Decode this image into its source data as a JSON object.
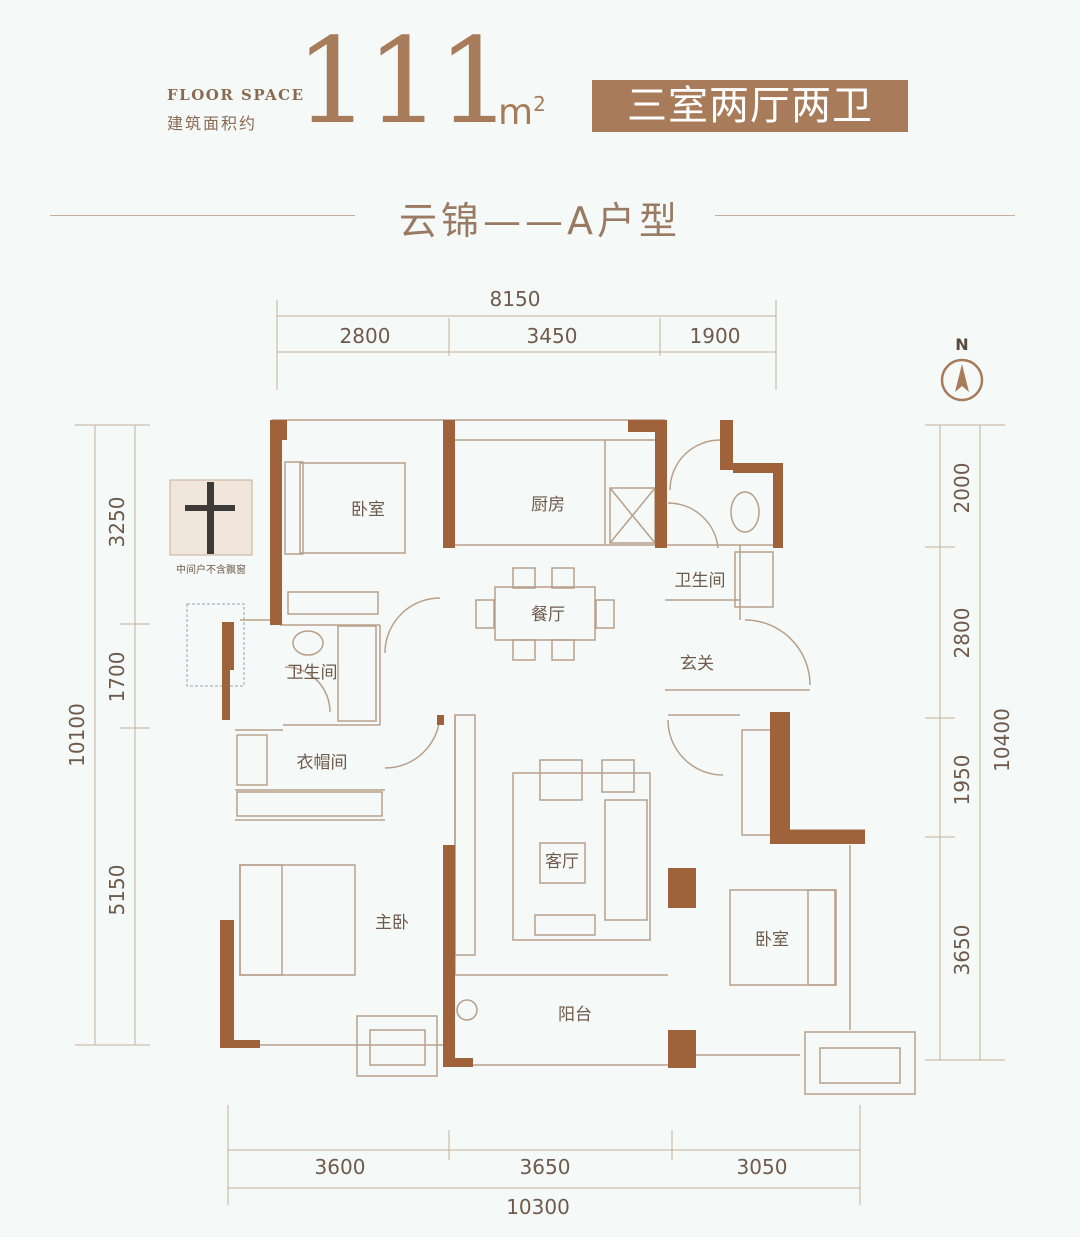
{
  "header": {
    "floor_space_en": "FLOOR SPACE",
    "floor_space_cn": "建筑面积约",
    "area": "111",
    "unit": "m",
    "unit_sup": "2",
    "layout_type": "三室两厅两卫",
    "unit_title": "云锦——A户型"
  },
  "compass": {
    "label": "N"
  },
  "inset": {
    "note": "中间户不含飘窗"
  },
  "dimensions": {
    "top_total": "8150",
    "top": [
      "2800",
      "3450",
      "1900"
    ],
    "bottom": [
      "3600",
      "3650",
      "3050"
    ],
    "bottom_total": "10300",
    "left": [
      "3250",
      "1700",
      "5150"
    ],
    "left_total": "10100",
    "right": [
      "2000",
      "2800",
      "1950",
      "3650"
    ],
    "right_total": "10400"
  },
  "rooms": {
    "bedroom_nw": "卧室",
    "kitchen": "厨房",
    "dining": "餐厅",
    "bath_ne": "卫生间",
    "entrance": "玄关",
    "bath_w": "卫生间",
    "closet": "衣帽间",
    "living": "客厅",
    "master": "主卧",
    "bedroom_se": "卧室",
    "balcony": "阳台"
  },
  "colors": {
    "wall": "#a0623b",
    "accent": "#a87b5b",
    "line": "#c8ad99",
    "background": "#f5faf8"
  }
}
